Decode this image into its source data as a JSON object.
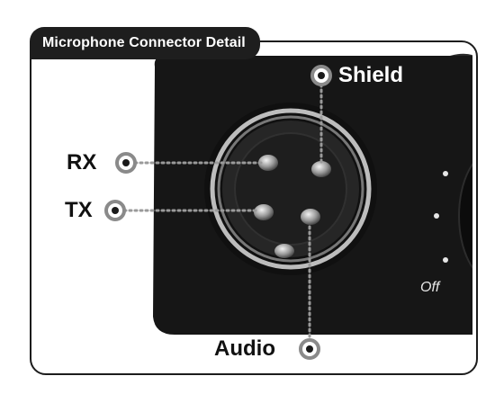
{
  "title": "Microphone Connector Detail",
  "labels": {
    "shield": "Shield",
    "rx": "RX",
    "tx": "TX",
    "audio": "Audio"
  },
  "switch_label": "Off",
  "colors": {
    "device_body": "#161616",
    "frame_border": "#1c1c1c",
    "callout_line": "#8a8a8a",
    "label_text_dark": "#111111",
    "label_text_light": "#ffffff"
  }
}
